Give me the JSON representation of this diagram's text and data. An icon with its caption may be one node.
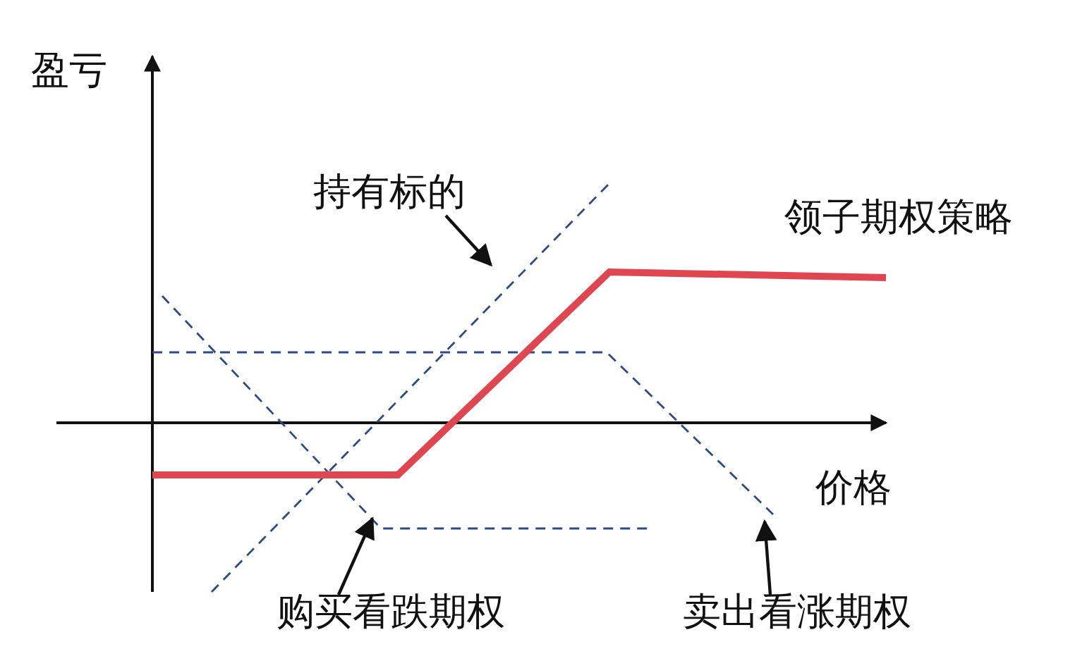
{
  "diagram": {
    "nodes": [
      {
        "text": [
          "持有标的"
        ]
      },
      {
        "text": [],
        "shape": "line"
      },
      {
        "text": [
          "购买看跌期权"
        ]
      },
      {
        "text": [],
        "shape": "line"
      },
      {
        "text": [
          "卖出看涨期权"
        ]
      },
      {
        "text": [],
        "shape": "line"
      }
    ],
    "edges": [
      {
        "from": 0,
        "to": 1,
        "arrow": "to"
      },
      {
        "from": 2,
        "to": 3,
        "arrow": "to"
      },
      {
        "from": 4,
        "to": 5,
        "arrow": "to"
      }
    ],
    "labels": [
      "盈亏",
      "领子期权策略",
      "价格"
    ]
  }
}
